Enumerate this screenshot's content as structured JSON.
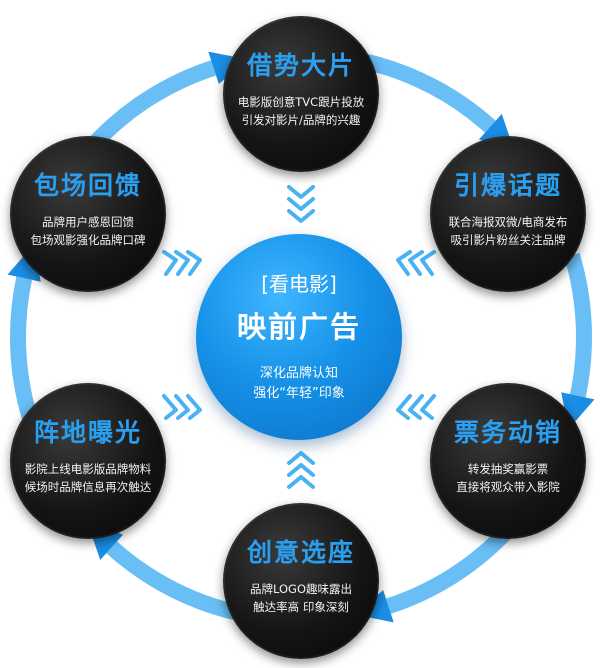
{
  "center": {
    "tag": "[看电影]",
    "title": "映前广告",
    "line1": "深化品牌认知",
    "line2": "强化“年轻”印象"
  },
  "nodes": [
    {
      "id": "top",
      "title": "借势大片",
      "line1": "电影版创意TVC跟片投放",
      "line2": "引发对影片/品牌的兴趣"
    },
    {
      "id": "upper-right",
      "title": "引爆话题",
      "line1": "联合海报双微/电商发布",
      "line2": "吸引影片粉丝关注品牌"
    },
    {
      "id": "lower-right",
      "title": "票务动销",
      "line1": "转发抽奖赢影票",
      "line2": "直接将观众带入影院"
    },
    {
      "id": "bottom",
      "title": "创意选座",
      "line1": "品牌LOGO趣味露出",
      "line2": "触达率高 印象深刻"
    },
    {
      "id": "lower-left",
      "title": "阵地曝光",
      "line1": "影院上线电影版品牌物料",
      "line2": "候场时品牌信息再次触达"
    },
    {
      "id": "upper-left",
      "title": "包场回馈",
      "line1": "品牌用户感恩回馈",
      "line2": "包场观影强化品牌口碑"
    }
  ],
  "colors": {
    "accent": "#2a9ff0",
    "center": "#1692e8",
    "node": "#111111",
    "ring": "#4fb3f5"
  }
}
